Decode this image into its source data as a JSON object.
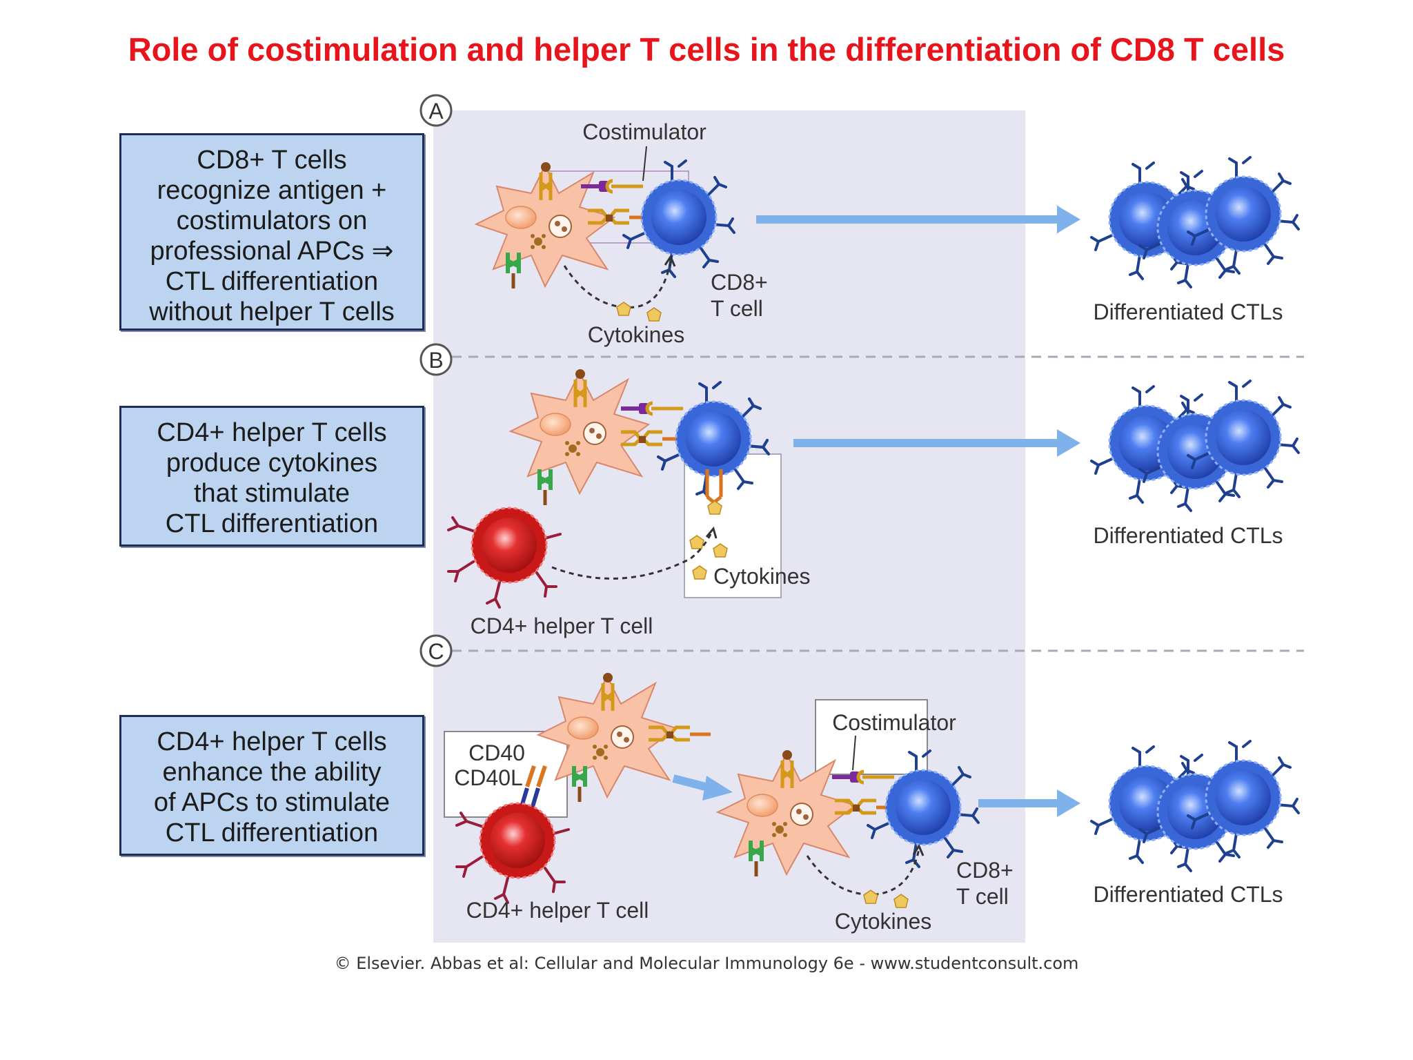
{
  "title": "Role of costimulation and helper T cells in the differentiation of CD8 T cells",
  "panels": [
    {
      "letter": "A",
      "description": [
        "CD8+ T cells",
        "recognize antigen +",
        "costimulators on",
        "professional APCs ⇒",
        "CTL differentiation",
        "without helper T cells"
      ],
      "labels": {
        "costimulator": "Costimulator",
        "cd8_line1": "CD8+",
        "cd8_line2": "T cell",
        "cytokines": "Cytokines",
        "result": "Differentiated CTLs"
      }
    },
    {
      "letter": "B",
      "description": [
        "CD4+ helper T cells",
        "produce cytokines",
        "that stimulate",
        "CTL differentiation"
      ],
      "labels": {
        "cytokines": "Cytokines",
        "helper": "CD4+ helper T cell",
        "result": "Differentiated CTLs"
      }
    },
    {
      "letter": "C",
      "description": [
        "CD4+ helper T cells",
        "enhance the ability",
        "of APCs to stimulate",
        "CTL differentiation"
      ],
      "labels": {
        "cd40": "CD40",
        "cd40l": "CD40L",
        "helper": "CD4+ helper T cell",
        "costimulator": "Costimulator",
        "cd8_line1": "CD8+",
        "cd8_line2": "T cell",
        "cytokines": "Cytokines",
        "result": "Differentiated CTLs"
      }
    }
  ],
  "credit": "© Elsevier. Abbas et al: Cellular and Molecular Immunology 6e - www.studentconsult.com",
  "colors": {
    "title": "#e8141c",
    "description_box": "#bcd4ef",
    "panel_background": "#e6e6f3",
    "apc": "#f6b89a",
    "cd8_cell": "#2f5fd6",
    "helper_cell": "#d91e1e",
    "arrow": "#7fb2ea"
  }
}
